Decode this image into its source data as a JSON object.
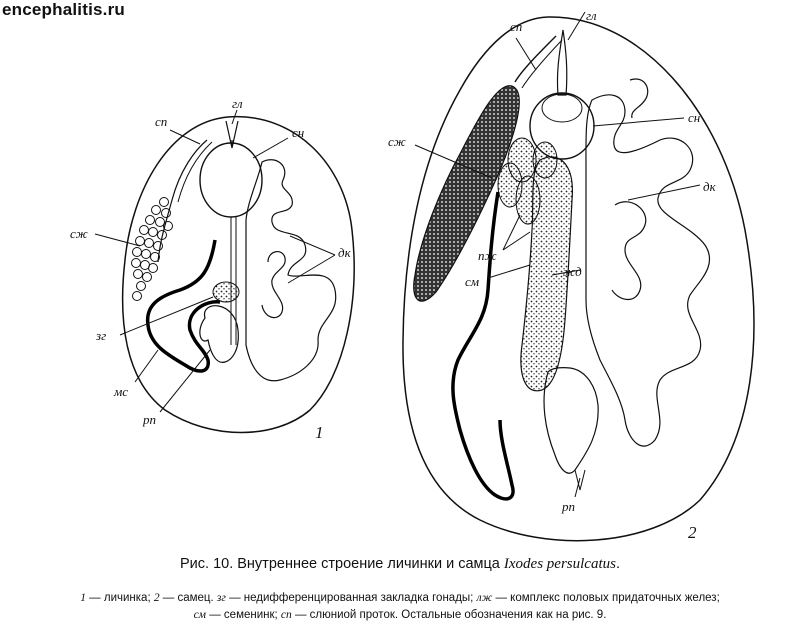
{
  "watermark": "encephalitis.ru",
  "figure": {
    "panel1": {
      "number": "1",
      "labels": {
        "sp": "сп",
        "gl": "гл",
        "sn": "сн",
        "szh": "сж",
        "dk": "дк",
        "zg": "зг",
        "ms": "мс",
        "rp": "рп"
      }
    },
    "panel2": {
      "number": "2",
      "labels": {
        "sp": "сп",
        "gl": "гл",
        "sn": "сн",
        "szh": "сж",
        "dk": "дк",
        "pzh": "пж",
        "sm": "см",
        "zhd": "жд",
        "rp": "рп"
      }
    }
  },
  "caption": {
    "prefix": "Рис. 10. Внутреннее строение личинки и самца ",
    "species": "Ixodes persulcatus",
    "suffix": "."
  },
  "legend": {
    "line1": {
      "n1": "1",
      "t1": " — личинка; ",
      "n2": "2",
      "t2": " — самец. ",
      "a1": "зг",
      "t3": " — недифференцированная закладка гонады; ",
      "a2": "лж",
      "t4": " — комплекс половых придаточных желез;"
    },
    "line2": {
      "a1": "см",
      "t1": " — семенинк; ",
      "a2": "сп",
      "t2": " — слюниой проток. Остальные обозначения как на рис. 9."
    }
  }
}
